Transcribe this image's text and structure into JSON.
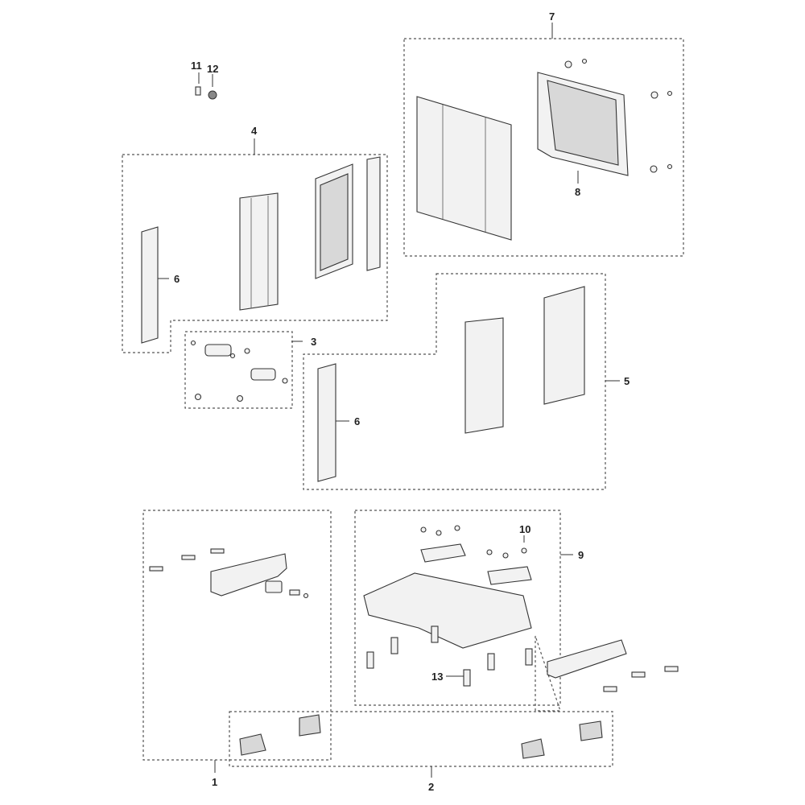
{
  "callouts": {
    "c1": "1",
    "c2": "2",
    "c3": "3",
    "c4": "4",
    "c5": "5",
    "c6a": "6",
    "c6b": "6",
    "c7": "7",
    "c8": "8",
    "c9": "9",
    "c10": "10",
    "c11": "11",
    "c12": "12",
    "c13": "13"
  }
}
